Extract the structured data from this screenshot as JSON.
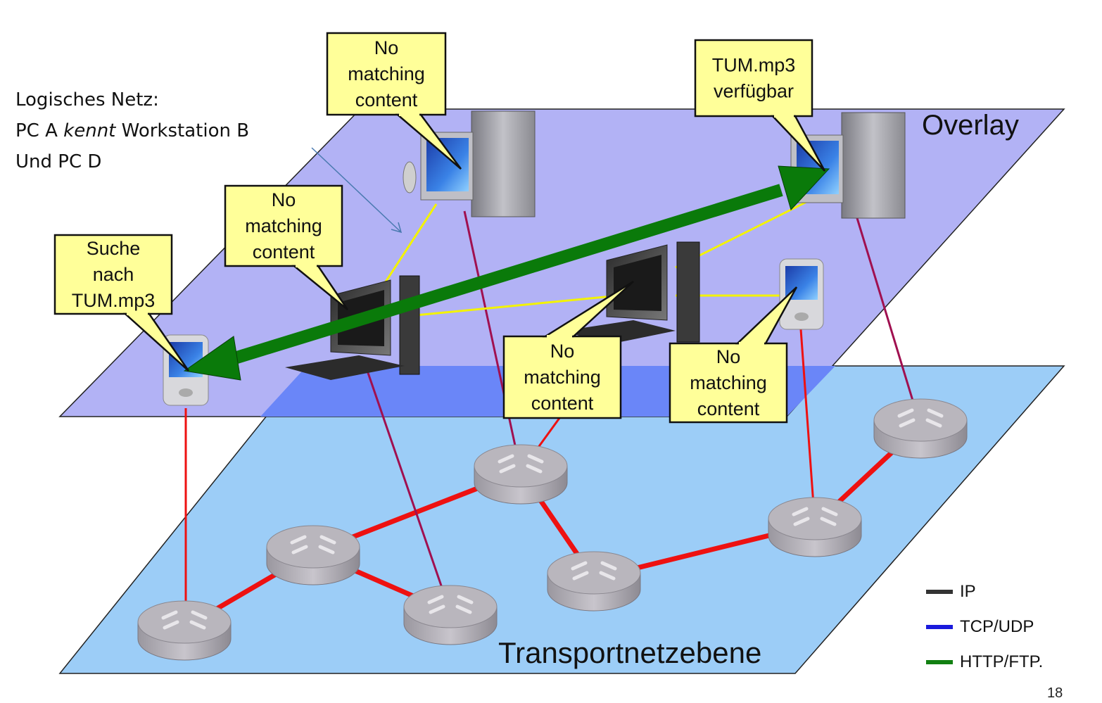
{
  "description": {
    "line1": "Logisches Netz:",
    "line2_prefix": "PC A ",
    "line2_em": "kennt",
    "line2_suffix": " Workstation B",
    "line3": "Und PC D"
  },
  "planes": {
    "overlay_label": "Overlay",
    "transport_label": "Transportnetzebene"
  },
  "bubbles": [
    {
      "id": "pda-left",
      "lines": [
        "Suche",
        "nach",
        "TUM.mp3"
      ]
    },
    {
      "id": "pc-a",
      "lines": [
        "No",
        "matching",
        "content"
      ]
    },
    {
      "id": "tower-top",
      "lines": [
        "No",
        "matching",
        "content"
      ]
    },
    {
      "id": "tower-right",
      "lines": [
        "TUM.mp3",
        "verfügbar"
      ]
    },
    {
      "id": "workstation",
      "lines": [
        "No",
        "matching",
        "content"
      ]
    },
    {
      "id": "pda-right",
      "lines": [
        "No",
        "matching",
        "content"
      ]
    }
  ],
  "legend": [
    {
      "label": "IP",
      "color": "#333333"
    },
    {
      "label": "TCP/UDP",
      "color": "#1a1adc"
    },
    {
      "label": "HTTP/FTP.",
      "color": "#128012"
    }
  ],
  "colors": {
    "overlay_plane": "#b2b2f5",
    "transport_plane": "#9ccdf7",
    "overlap": "#6a86f8",
    "router_link": "#ee1111",
    "overlay_link": "#f3f300",
    "vertical_link": "#a01050",
    "download_arrow": "#0a7a0a",
    "bubble_fill": "#ffff99"
  },
  "page_number": "18"
}
